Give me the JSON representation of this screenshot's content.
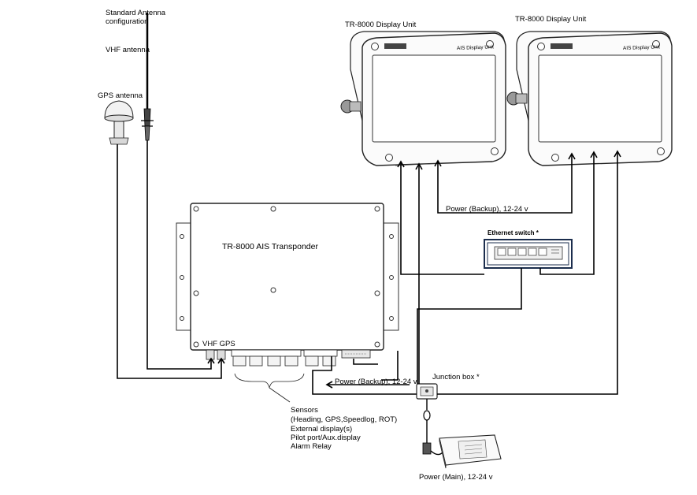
{
  "labels": {
    "antenna_config": [
      "Standard Antenna",
      "configuration"
    ],
    "vhf_antenna": "VHF antenna",
    "gps_antenna": "GPS antenna",
    "display_unit_left": "TR-8000 Display Unit",
    "display_unit_right": "TR-8000 Display Unit",
    "transponder": "TR-8000 AIS Transponder",
    "vhf_gps": "VHF GPS",
    "power_backup_top": "Power (Backup), 12-24 v",
    "ethernet_switch": "Ethernet switch *",
    "power_backup_bottom": "Power (Backup), 12-24 v",
    "junction_box": "Junction box *",
    "sensors": [
      "Sensors",
      "(Heading, GPS,Speedlog, ROT)",
      "External display(s)",
      "Pilot port/Aux.display",
      "Alarm Relay"
    ],
    "power_main": "Power (Main), 12-24 v",
    "display_bezel_text": "AIS Display Unit"
  }
}
